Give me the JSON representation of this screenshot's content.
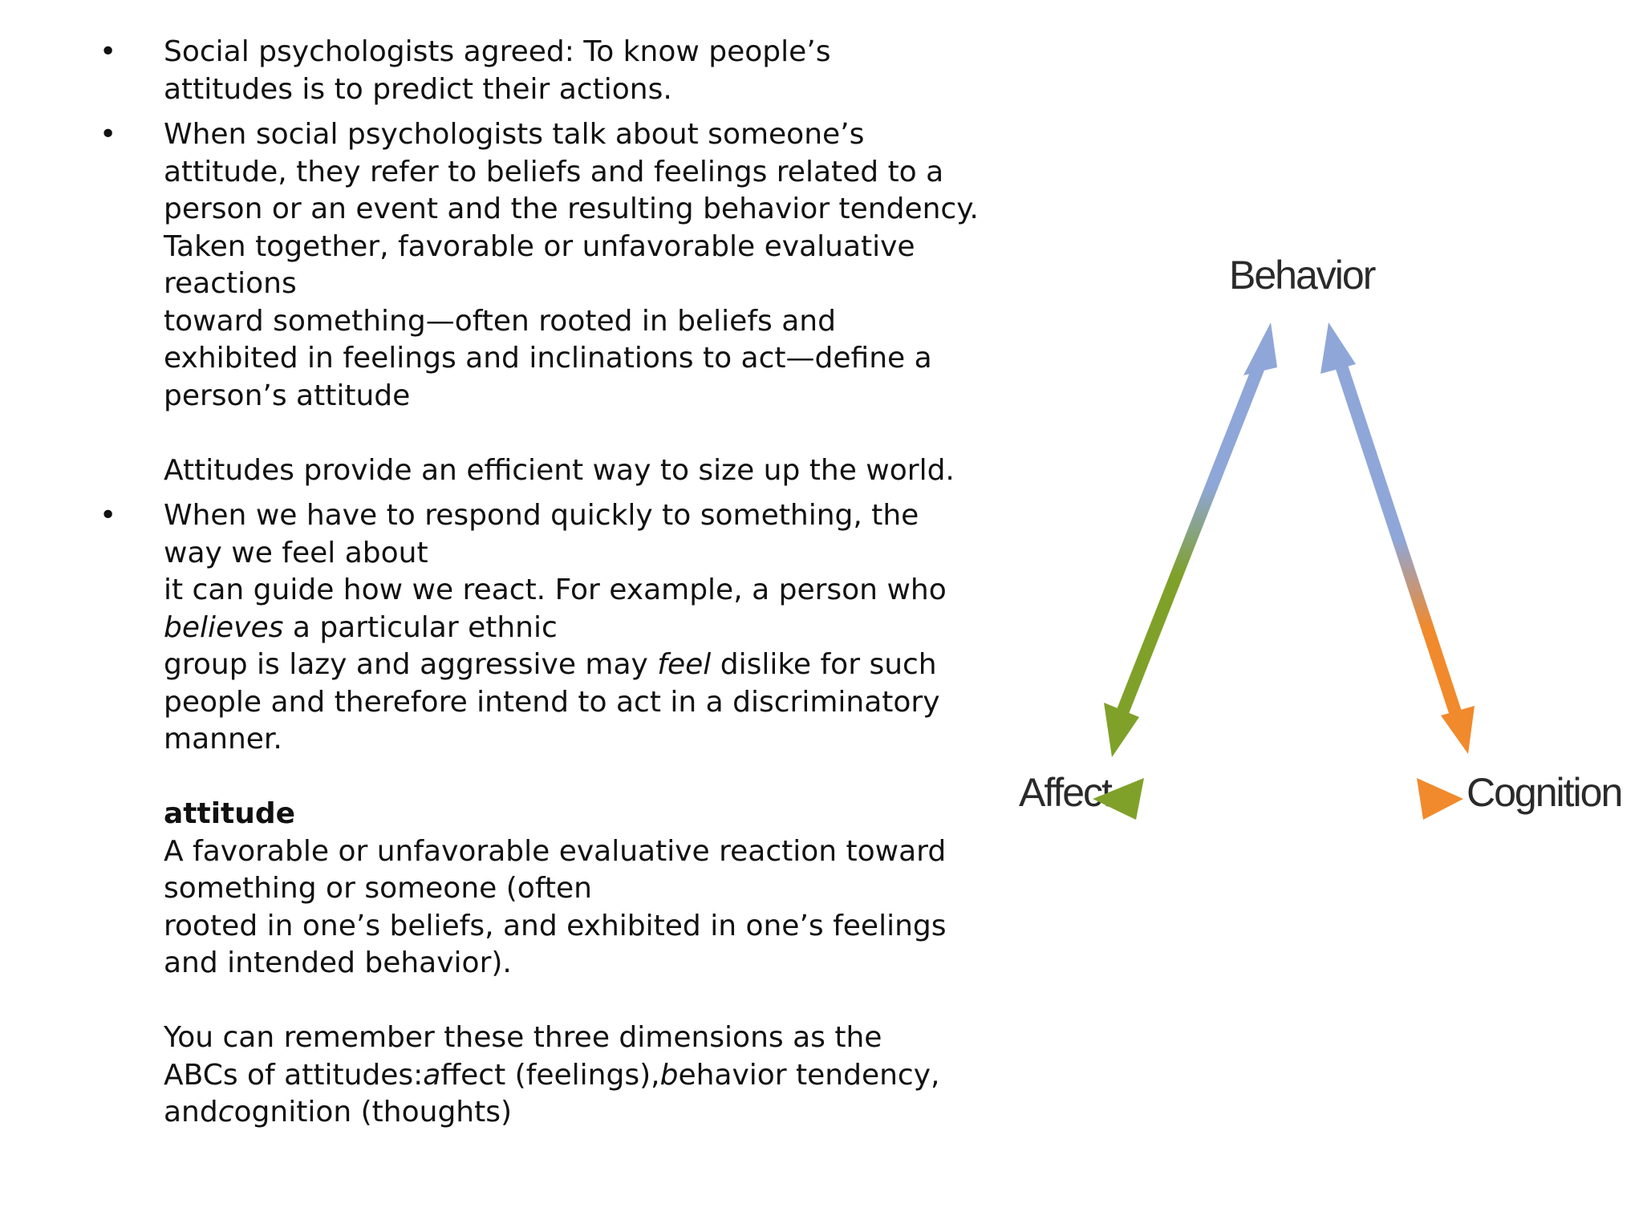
{
  "bullets": [
    {
      "mark": "•",
      "lines": [
        "Social psychologists agreed: To know people’s",
        "attitudes is to predict their actions."
      ]
    },
    {
      "mark": "•",
      "lines": [
        "When social psychologists talk about someone’s",
        "attitude, they refer to beliefs and feelings related to a",
        "person or an event and the resulting behavior tendency.",
        "Taken together, favorable or unfavorable evaluative",
        "reactions",
        "toward something—often rooted in beliefs and",
        "exhibited in feelings and inclinations to act—define a",
        "person’s attitude",
        "Attitudes provide an efficient way to size up the world."
      ]
    },
    {
      "mark": "•",
      "lines": [
        "When we have to respond quickly to something, the",
        "way we feel about",
        "it can guide how we react. For example, a person who",
        " a particular ethnic",
        "group is lazy and aggressive may ",
        " dislike for such",
        "people and therefore intend to act in a discriminatory",
        "manner.",
        "attitude",
        "A favorable or unfavorable evaluative reaction toward",
        "something or someone (often",
        "rooted in one’s beliefs, and exhibited in one’s feelings",
        "and intended behavior).",
        "You can remember these three dimensions as the",
        "ABCs of attitudes:",
        "ffect (feelings),",
        "ehavior tendency,",
        "and",
        "ognition (thoughts)"
      ],
      "italics": {
        "believes": "believes",
        "feel": "feel",
        "a": "a",
        "b": "b",
        "c": "c"
      }
    }
  ],
  "diagram": {
    "labels": {
      "top": "Behavior",
      "left": "Affect",
      "right": "Cognition"
    },
    "colors": {
      "blue": "#8fa6d8",
      "green": "#7fa12a",
      "orange": "#f08a2c",
      "label": "#2a2a2a"
    }
  }
}
